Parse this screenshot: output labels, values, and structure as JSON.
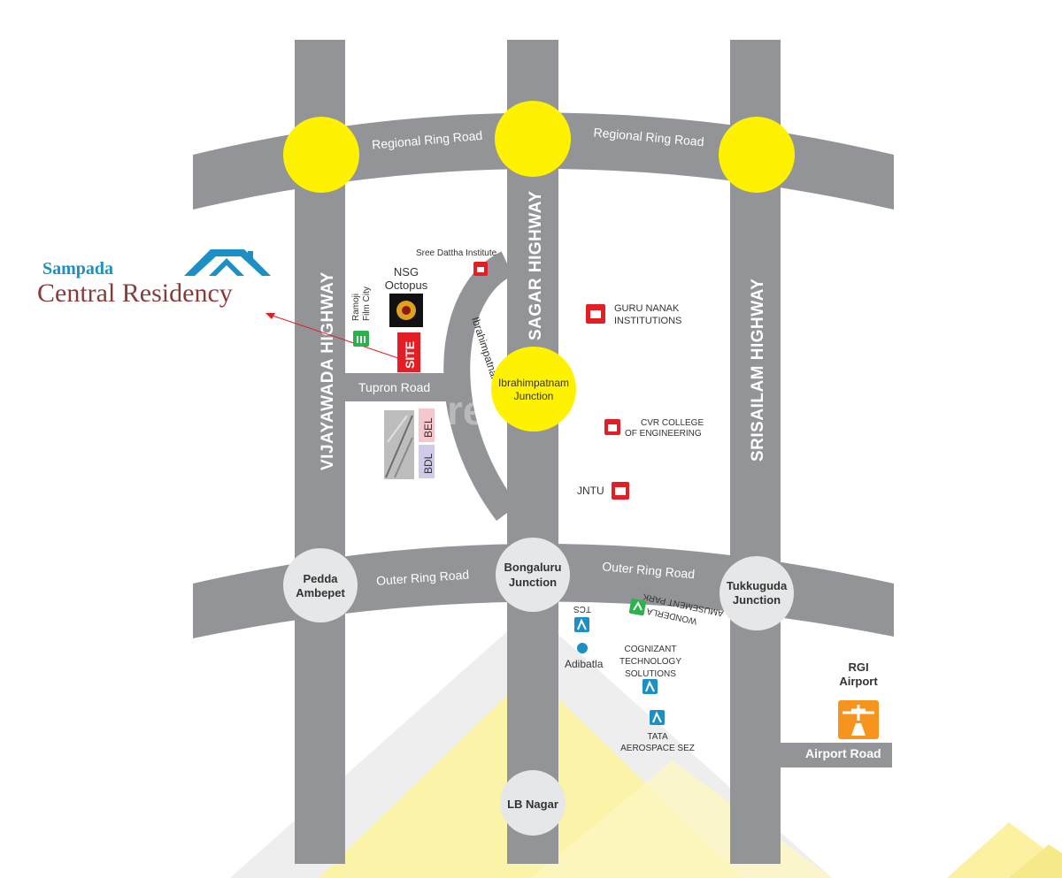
{
  "brand": {
    "top": "Sampada",
    "main": "Central Residency"
  },
  "highways": {
    "vijayawada": "VIJAYAWADA HIGHWAY",
    "sagar": "SAGAR HIGHWAY",
    "srisailam": "SRISAILAM HIGHWAY"
  },
  "roads": {
    "regional_left": "Regional Ring Road",
    "regional_right": "Regional Ring Road",
    "outer_left": "Outer Ring Road",
    "outer_right": "Outer Ring Road",
    "tupron": "Tupron Road",
    "bypass": "Ibrahimpatnam Bypass",
    "airport_road": "Airport Road"
  },
  "junctions": {
    "ibrahimpatnam_1": "Ibrahimpatnam",
    "ibrahimpatnam_2": "Junction",
    "pedda_1": "Pedda",
    "pedda_2": "Ambepet",
    "bongaluru_1": "Bongaluru",
    "bongaluru_2": "Junction",
    "tukkuguda_1": "Tukkuguda",
    "tukkuguda_2": "Junction",
    "lb_nagar": "LB Nagar"
  },
  "pois": {
    "sree_dattha": "Sree Dattha Institute",
    "nsg_1": "NSG",
    "nsg_2": "Octopus",
    "ramoji_1": "Ramoji",
    "ramoji_2": "Film City",
    "site": "SITE",
    "bel": "BEL",
    "bdl": "BDL",
    "guru_1": "GURU NANAK",
    "guru_2": "INSTITUTIONS",
    "cvr_1": "CVR COLLEGE",
    "cvr_2": "OF ENGINEERING",
    "jntu": "JNTU",
    "tcs": "TCS",
    "wonderla_1": "WONDERLA",
    "wonderla_2": "AMUSEMENT PARK",
    "adibatla": "Adibatla",
    "cognizant_1": "COGNIZANT",
    "cognizant_2": "TECHNOLOGY",
    "cognizant_3": "SOLUTIONS",
    "tata_1": "TATA",
    "tata_2": "AEROSPACE SEZ",
    "rgi_1": "RGI",
    "rgi_2": "Airport"
  },
  "colors": {
    "road": "#929497",
    "junction_yellow": "#fff200",
    "junction_grey": "#e6e7e8",
    "site_red": "#e31e24",
    "poi_red": "#e31e24",
    "brand_blue": "#1c8fc4",
    "brand_maroon": "#8b3a3a",
    "airport_orange": "#f7941d"
  }
}
